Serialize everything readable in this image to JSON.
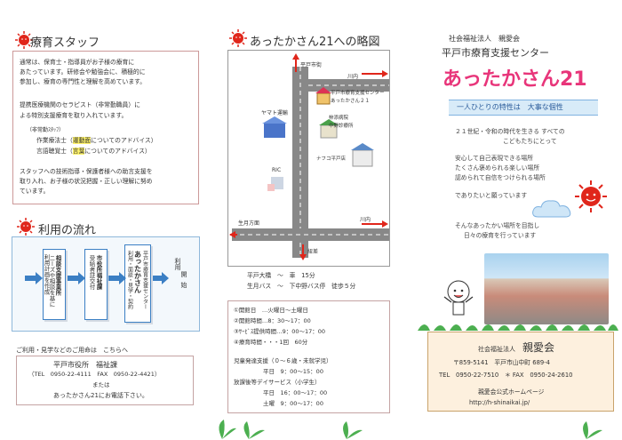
{
  "staff": {
    "heading": "療育スタッフ",
    "intro": [
      "通常は、保育士・指導員がお子様の療育に",
      "あたっています。研修会や勉強会に、積極的に",
      "参加し、療育の専門性と理解を高めています。"
    ],
    "coop": [
      "提携医療機関のセラピスト（非常勤職員）に",
      "よる特別支援療育を取り入れています。"
    ],
    "parttime": "（非常勤ｽﾀｯﾌ）",
    "ot_pre": "作業療法士（",
    "ot_hl": "運動面",
    "ot_post": "についてのアドバイス）",
    "st_pre": "言語聴覚士（",
    "st_hl": "言葉",
    "st_post": "についてのアドバイス）",
    "advice": [
      "スタッフへの技術指導・保護者様への助言支援を",
      "取り入れ、お子様の状況把握・正しい理解に努め",
      "ています。"
    ]
  },
  "flow": {
    "heading": "利用の流れ",
    "step1": [
      "相談支援事業所",
      "ニーズや相談を基に",
      "利用計画を作成"
    ],
    "step2": [
      "市役所福祉課",
      "受給者証交付"
    ],
    "step3": [
      "平戸市療育支援センター",
      "あったかさん",
      "利用・面談・見学・契約"
    ],
    "step4": [
      "利用",
      "開",
      "始"
    ]
  },
  "contact": {
    "lead": "ご利用・見学などのご用命は　こちらへ",
    "office": "平戸市役所　福祉課",
    "tel": "（TEL　0950-22-4111　FAX　0950-22-4421）",
    "or": "または",
    "alt": "あったかさん21にお電話下さい。"
  },
  "map": {
    "heading": "あったかさん21への略図",
    "labels": {
      "hirado_st": "平戸市街",
      "kawauchi_top": "川内",
      "center": "平戸市療育支援センター",
      "center2": "あったかさん２１",
      "yamato": "ヤマト運輸",
      "clinic1": "柿添病院",
      "clinic2": "中野診療所",
      "ric": "RIC",
      "napco": "ナフコ平戸店",
      "ikitsuki": "生月方面",
      "kawauchi_mid": "川内",
      "kusumoto": "紐差"
    }
  },
  "access": {
    "line1": "平戸大橋　～　車　15分",
    "line2": "生月バス　～　下中野バス停　徒歩５分"
  },
  "hours": {
    "items": [
      "①開館日　…火曜日～土曜日",
      "②開館時間…8：30～17：00",
      "③ｻｰﾋﾞｽ提供時間…9：00～17：00",
      "④療育時間・・・1回　60分"
    ],
    "child_title": "児童発達支援（０～６歳・未就学児）",
    "child_hours": "平日　9：00～15：00",
    "after_title": "放課後等デイサービス（小学生）",
    "weekday": "平日　16：00～17：00",
    "sat": "土曜　9：00～17：00"
  },
  "cover": {
    "corp": "社会福祉法人　親愛会",
    "center": "平戸市療育支援センター",
    "name": "あったかさん21",
    "catch": "一人ひとりの特性は　大事な個性",
    "msg1": [
      "２１世紀・令和の時代を生きる すべての",
      "こどもたちにとって"
    ],
    "msg2": [
      "安心して自己表現できる場所",
      "たくさん褒められる楽しい場所",
      "認められて自信をつけられる場所"
    ],
    "msg3": "でありたいと願っています",
    "msg4": [
      "そんなあったかい場所を目指し",
      "日々の療育を行っています"
    ],
    "footer_corp_pre": "社会福祉法人",
    "footer_corp": "親愛会",
    "address": "〒859-5141　平戸市山中町 689-4",
    "tel": "TEL　0950-22-7510　＊ FAX　0950-24-2610",
    "web": "親愛会公式ホームページ",
    "url": "http://h-shinaikai.jp/"
  },
  "colors": {
    "brand_pink": "#e8357a",
    "flow_blue": "#3b7fc4",
    "sun_red": "#e0261b",
    "green": "#2e8b3a"
  }
}
